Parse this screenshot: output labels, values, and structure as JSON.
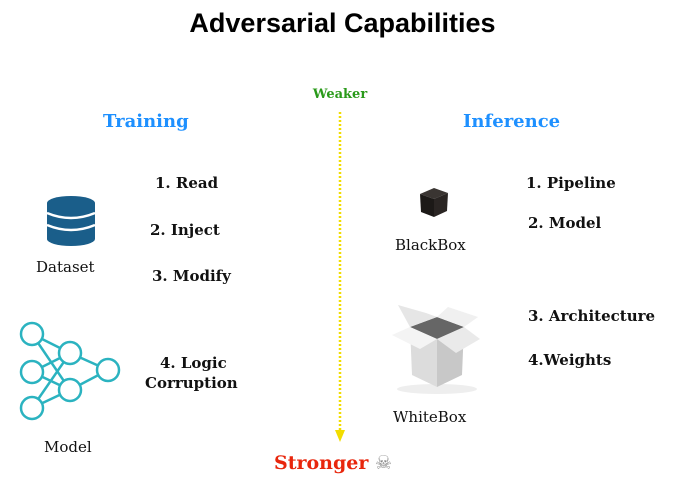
{
  "title": "Adversarial Capabilities",
  "axis": {
    "weak_label": "Weaker",
    "strong_label": "Stronger",
    "strong_icon": "skull-crossbones-icon",
    "weak_color": "#2a9a1a",
    "strong_color": "#e8260c",
    "arrow_color": "#f2dd00"
  },
  "training": {
    "heading": "Training",
    "dataset_label": "Dataset",
    "model_label": "Model",
    "items": [
      "1. Read",
      "2. Inject",
      "3. Modify",
      "4. Logic",
      "Corruption"
    ]
  },
  "inference": {
    "heading": "Inference",
    "blackbox_label": "BlackBox",
    "whitebox_label": "WhiteBox",
    "items": [
      "1. Pipeline",
      "2. Model",
      "3. Architecture",
      "4.Weights"
    ]
  },
  "colors": {
    "heading": "#1e90ff",
    "dataset_icon": "#1a5e8a",
    "network_icon": "#2bb3c0"
  }
}
